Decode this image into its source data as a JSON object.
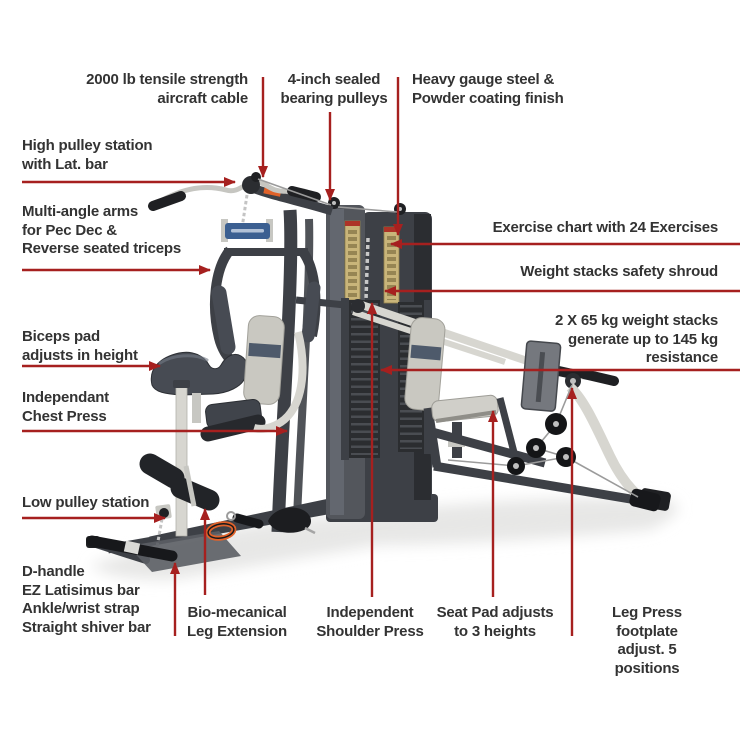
{
  "diagram": {
    "title": "Multi-station home gym feature callout diagram",
    "colors": {
      "arrow": "#a6201f",
      "text": "#333333",
      "bg": "#ffffff",
      "frame": "#3d4046",
      "frame-dark": "#27292d",
      "almond": "#d7d6d0",
      "pad": "#474b53",
      "seat": "#c9c8c1",
      "gold": "#c9b57a",
      "blue": "#3b5f91",
      "orange": "#e0622a",
      "grip": "#1f2023",
      "cable": "#9b9b9b",
      "shadow": "#e7e7e6"
    },
    "labels": {
      "cable": "2000 lb tensile strength\naircraft cable",
      "pulleys": "4-inch sealed\nbearing pulleys",
      "steel": "Heavy gauge steel &\nPowder coating finish",
      "high_pulley": "High pulley station\nwith Lat. bar",
      "multi_angle": "Multi-angle arms\nfor Pec Dec &\nReverse seated triceps",
      "exercise_chart": "Exercise chart with 24 Exercises",
      "shroud": "Weight stacks safety shroud",
      "biceps_pad": "Biceps pad\nadjusts in height",
      "weight_stacks": "2 X 65 kg weight stacks\ngenerate up to 145 kg\nresistance",
      "chest_press": "Independant\nChest Press",
      "low_pulley": "Low pulley station",
      "attachments": "D-handle\nEZ Latisimus bar\nAnkle/wrist strap\nStraight shiver bar",
      "leg_extension": "Bio-mecanical\nLeg Extension",
      "shoulder_press": "Independent\nShoulder Press",
      "seat_pad": "Seat Pad adjusts\nto 3 heights",
      "leg_press": "Leg Press footplate\nadjust. 5 positions"
    }
  }
}
